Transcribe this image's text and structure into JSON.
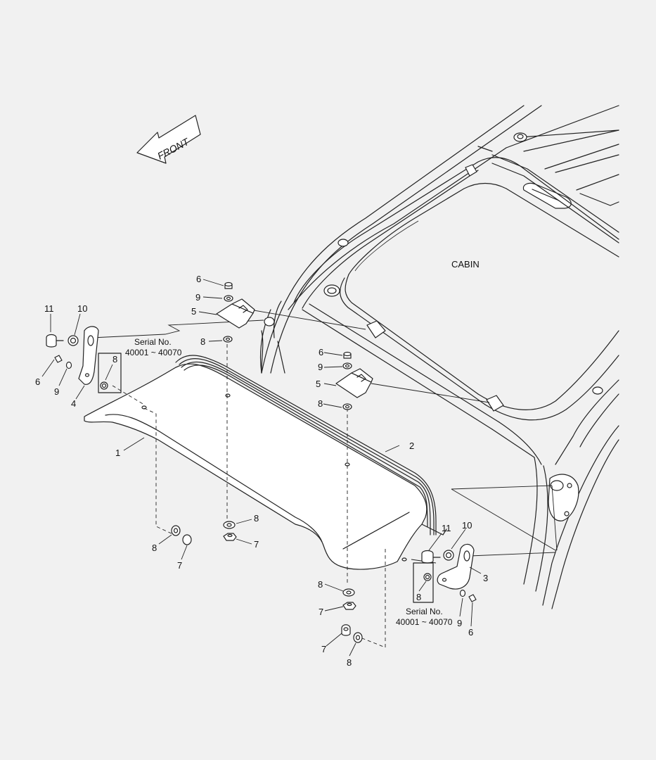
{
  "direction_arrow": {
    "label": "FRONT"
  },
  "cabin": {
    "label": "CABIN"
  },
  "serial_notes": [
    {
      "line1": "Serial No.",
      "line2": "40001 ~ 40070"
    },
    {
      "line1": "Serial No.",
      "line2": "40001 ~ 40070"
    }
  ],
  "callouts": {
    "c_11_left": "11",
    "c_10_left": "10",
    "c_6_left": "6",
    "c_9_left": "9",
    "c_4": "4",
    "c_8_box_left": "8",
    "c_1": "1",
    "c_6_top": "6",
    "c_9_top": "9",
    "c_5_top": "5",
    "c_8_top": "8",
    "c_6_mid": "6",
    "c_9_mid": "9",
    "c_5_mid": "5",
    "c_8_mid": "8",
    "c_2": "2",
    "c_8_lower_left": "8",
    "c_7_lower_left": "7",
    "c_8_center": "8",
    "c_7_center": "7",
    "c_11_right": "11",
    "c_10_right": "10",
    "c_3": "3",
    "c_8_box_right": "8",
    "c_9_right": "9",
    "c_6_right": "6",
    "c_8_bottom_a": "8",
    "c_7_bottom_a": "7",
    "c_7_bottom_b": "7",
    "c_8_bottom_b": "8"
  }
}
